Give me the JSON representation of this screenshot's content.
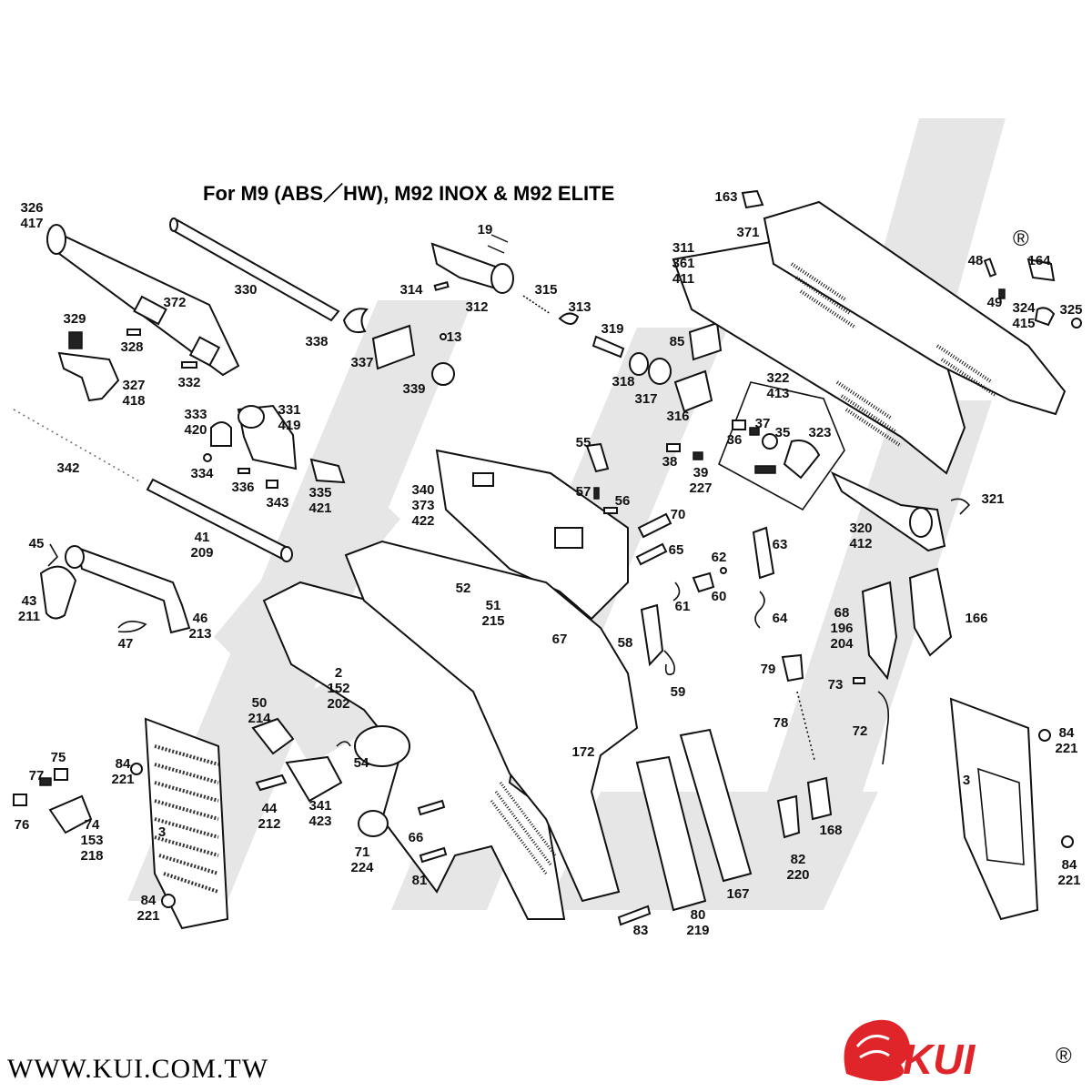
{
  "title": "For  M9 (ABS／HW), M92 INOX & M92 ELITE",
  "website": "WWW.KUI.COM.TW",
  "brand": {
    "name": "KUI",
    "registered_mark": "®",
    "accent_color": "#e0252a"
  },
  "watermark": {
    "text": "KUI",
    "color": "#e6e6e6"
  },
  "labels": {
    "l326": "326",
    "l417": "417",
    "l330": "330",
    "l372": "372",
    "l329": "329",
    "l328": "328",
    "l327": "327",
    "l418": "418",
    "l332": "332",
    "l342": "342",
    "l333": "333",
    "l420": "420",
    "l331": "331",
    "l419": "419",
    "l334": "334",
    "l336": "336",
    "l343": "343",
    "l335": "335",
    "l421": "421",
    "l41": "41",
    "l209": "209",
    "l45": "45",
    "l43": "43",
    "l211": "211",
    "l46": "46",
    "l213": "213",
    "l47": "47",
    "l19": "19",
    "l314": "314",
    "l312": "312",
    "l315": "315",
    "l313": "313",
    "l338": "338",
    "l337": "337",
    "l13": "13",
    "l339": "339",
    "l319": "319",
    "l318": "318",
    "l317": "317",
    "l316": "316",
    "l85": "85",
    "l163": "163",
    "l371": "371",
    "l311": "311",
    "l361": "361",
    "l411": "411",
    "l48": "48",
    "l164": "164",
    "l49": "49",
    "l324": "324",
    "l415": "415",
    "l325": "325",
    "l322": "322",
    "l413": "413",
    "l37": "37",
    "l35": "35",
    "l36": "36",
    "l323": "323",
    "l38": "38",
    "l39": "39",
    "l227": "227",
    "l55": "55",
    "l57": "57",
    "l56": "56",
    "l70": "70",
    "l65": "65",
    "l340": "340",
    "l373": "373",
    "l422": "422",
    "l321": "321",
    "l320": "320",
    "l412": "412",
    "l63": "63",
    "l62": "62",
    "l60": "60",
    "l61": "61",
    "l64": "64",
    "l52": "52",
    "l51": "51",
    "l215": "215",
    "l67": "67",
    "l58": "58",
    "l59": "59",
    "l68": "68",
    "l196": "196",
    "l204": "204",
    "l166": "166",
    "l79": "79",
    "l73": "73",
    "l78": "78",
    "l72": "72",
    "l2": "2",
    "l152": "152",
    "l202": "202",
    "l50": "50",
    "l214": "214",
    "l54": "54",
    "l172": "172",
    "l75": "75",
    "l77": "77",
    "l76": "76",
    "l74": "74",
    "l153": "153",
    "l218": "218",
    "l84a": "84",
    "l221a": "221",
    "l3a": "3",
    "l84b": "84",
    "l221b": "221",
    "l44": "44",
    "l212": "212",
    "l341": "341",
    "l423": "423",
    "l71": "71",
    "l224": "224",
    "l66": "66",
    "l81": "81",
    "l83": "83",
    "l80": "80",
    "l219": "219",
    "l167": "167",
    "l82": "82",
    "l220": "220",
    "l168": "168",
    "l3b": "3",
    "l84c": "84",
    "l221c": "221",
    "l84d": "84",
    "l221d": "221"
  }
}
